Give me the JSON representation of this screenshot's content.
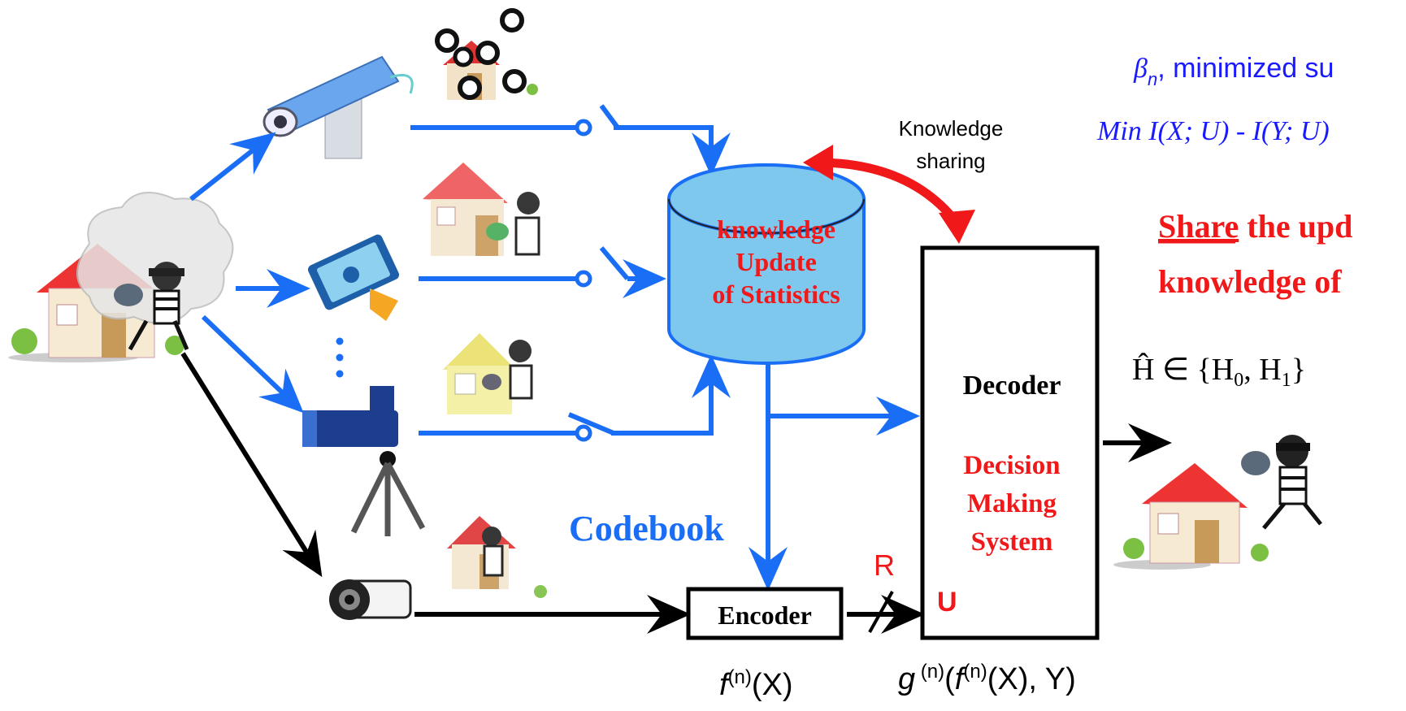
{
  "knowledge_sharing": {
    "line1": "Knowledge",
    "line2": "sharing"
  },
  "database": {
    "line1": "knowledge",
    "line2": "Update",
    "line3": "of Statistics"
  },
  "decoder": {
    "title": "Decoder",
    "line1": "Decision",
    "line2": "Making",
    "line3": "System",
    "u_label": "U"
  },
  "encoder": {
    "label": "Encoder"
  },
  "codebook": {
    "label": "Codebook"
  },
  "rate": {
    "label": "R"
  },
  "encoder_fn": {
    "f": "f",
    "sup": "(n)",
    "arg": "(X)"
  },
  "decoder_fn": {
    "g": "g",
    "sup1": " (n)",
    "open": "(",
    "f": "f",
    "sup2": "(n)",
    "arg": "(X), Y)"
  },
  "right_text": {
    "beta_symbol": "β",
    "beta_sub": "n",
    "beta_rest": ", minimized su",
    "formula": "Min I(X; U) - I(Y; U)",
    "share_word": "Share",
    "share_rest": " the upd",
    "share_line2": "knowledge of",
    "hypothesis": "Ĥ ∈ {H",
    "h0_sub": "0",
    "h_mid": ", H",
    "h1_sub": "1",
    "h_close": "}"
  },
  "colors": {
    "blue": "#1a6ef5",
    "red": "#f01818",
    "dark_blue": "#1a1aff",
    "db_fill": "#7ec8ee"
  }
}
